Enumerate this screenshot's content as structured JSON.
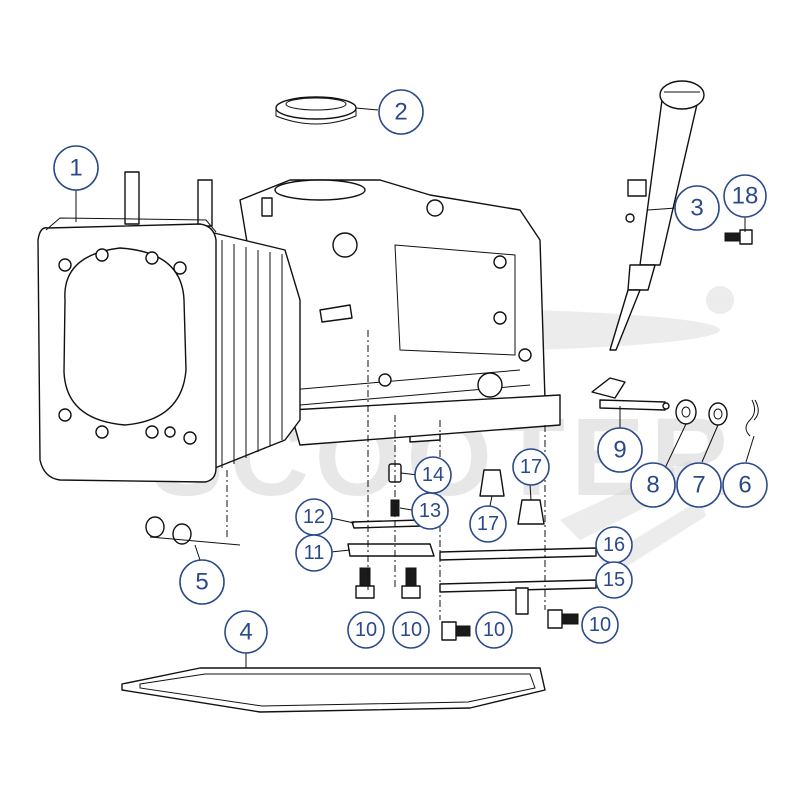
{
  "watermark": {
    "text": "SCOOTER"
  },
  "callouts": [
    {
      "id": "c1",
      "label": "1"
    },
    {
      "id": "c2",
      "label": "2"
    },
    {
      "id": "c3",
      "label": "3"
    },
    {
      "id": "c18",
      "label": "18"
    },
    {
      "id": "c9",
      "label": "9"
    },
    {
      "id": "c8",
      "label": "8"
    },
    {
      "id": "c7",
      "label": "7"
    },
    {
      "id": "c6",
      "label": "6"
    },
    {
      "id": "c14",
      "label": "14"
    },
    {
      "id": "c17a",
      "label": "17"
    },
    {
      "id": "c17b",
      "label": "17"
    },
    {
      "id": "c13",
      "label": "13"
    },
    {
      "id": "c12",
      "label": "12"
    },
    {
      "id": "c11",
      "label": "11"
    },
    {
      "id": "c16",
      "label": "16"
    },
    {
      "id": "c15",
      "label": "15"
    },
    {
      "id": "c5",
      "label": "5"
    },
    {
      "id": "c10a",
      "label": "10"
    },
    {
      "id": "c10b",
      "label": "10"
    },
    {
      "id": "c10c",
      "label": "10"
    },
    {
      "id": "c10d",
      "label": "10"
    },
    {
      "id": "c4",
      "label": "4"
    }
  ]
}
